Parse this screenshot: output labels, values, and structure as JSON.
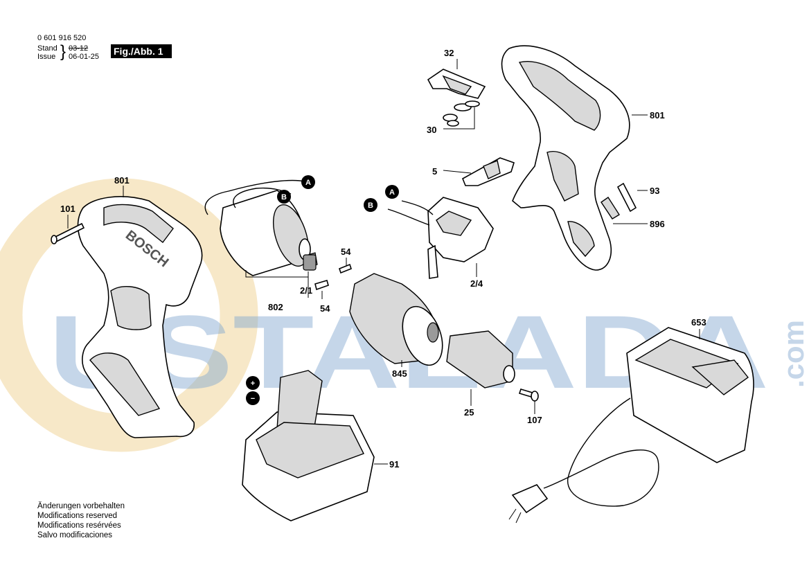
{
  "header": {
    "doc_number": "0 601 916 520",
    "stand_label": "Stand",
    "issue_label": "Issue",
    "stand_value": "03-12",
    "issue_value": "06-01-25",
    "figure_label": "Fig./Abb. 1"
  },
  "footer_notes": [
    "Änderungen vorbehalten",
    "Modifications reserved",
    "Modifications resérvées",
    "Salvo modificaciones"
  ],
  "watermark": {
    "text": "USTALADA",
    "suffix": ".com",
    "color": "#7fa6cf"
  },
  "connectors": {
    "a": "A",
    "b": "B",
    "plus": "+",
    "minus": "−"
  },
  "parts": {
    "p32": "32",
    "p30": "30",
    "p5": "5",
    "p801_top": "801",
    "p801_left": "801",
    "p93": "93",
    "p896": "896",
    "p101": "101",
    "p54_top": "54",
    "p54_bottom": "54",
    "p2_1": "2/1",
    "p2_4": "2/4",
    "p802": "802",
    "p845": "845",
    "p25": "25",
    "p107": "107",
    "p653": "653",
    "p91": "91"
  },
  "housing_brand": "BOSCH"
}
